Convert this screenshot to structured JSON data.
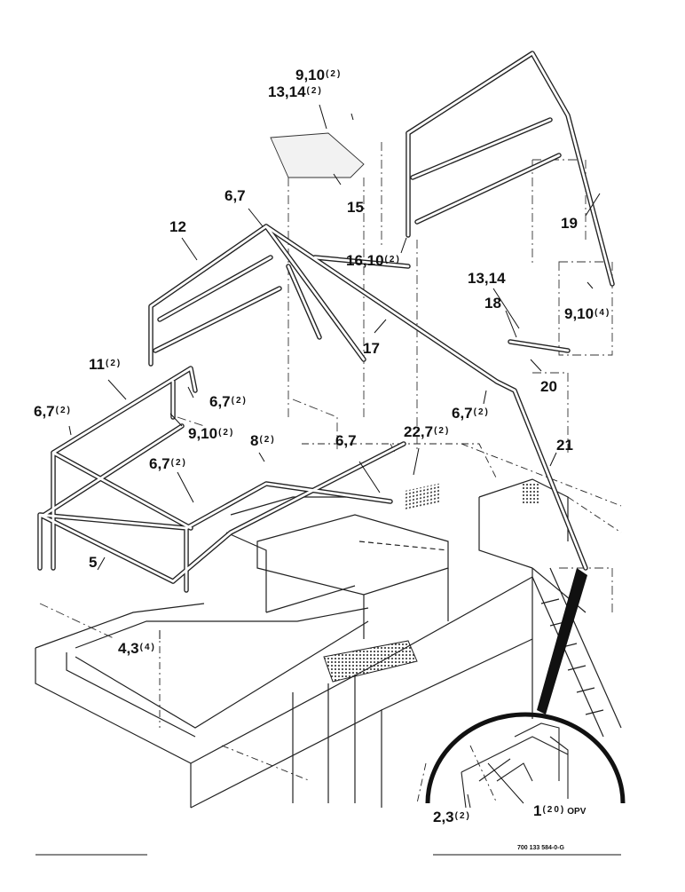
{
  "diagram": {
    "part_number": "700 133 584-0-G",
    "callouts": [
      {
        "id": "c1",
        "label": "9,10",
        "qty": "(2)",
        "sfx": ""
      },
      {
        "id": "c2",
        "label": "13,14",
        "qty": "(2)",
        "sfx": ""
      },
      {
        "id": "c3",
        "label": "15",
        "qty": "",
        "sfx": ""
      },
      {
        "id": "c4",
        "label": "6,7",
        "qty": "",
        "sfx": ""
      },
      {
        "id": "c5",
        "label": "12",
        "qty": "",
        "sfx": ""
      },
      {
        "id": "c6",
        "label": "16,10",
        "qty": "(2)",
        "sfx": ""
      },
      {
        "id": "c7",
        "label": "19",
        "qty": "",
        "sfx": ""
      },
      {
        "id": "c8",
        "label": "13,14",
        "qty": "",
        "sfx": ""
      },
      {
        "id": "c9",
        "label": "18",
        "qty": "",
        "sfx": ""
      },
      {
        "id": "c10",
        "label": "9,10",
        "qty": "(4)",
        "sfx": ""
      },
      {
        "id": "c11",
        "label": "17",
        "qty": "",
        "sfx": ""
      },
      {
        "id": "c12",
        "label": "11",
        "qty": "(2)",
        "sfx": ""
      },
      {
        "id": "c13",
        "label": "6,7",
        "qty": "(2)",
        "sfx": ""
      },
      {
        "id": "c14",
        "label": "20",
        "qty": "",
        "sfx": ""
      },
      {
        "id": "c15",
        "label": "6,7",
        "qty": "(2)",
        "sfx": ""
      },
      {
        "id": "c16",
        "label": "9,10",
        "qty": "(2)",
        "sfx": ""
      },
      {
        "id": "c17",
        "label": "6,7",
        "qty": "(2)",
        "sfx": ""
      },
      {
        "id": "c18",
        "label": "8",
        "qty": "(2)",
        "sfx": ""
      },
      {
        "id": "c19",
        "label": "6,7",
        "qty": "",
        "sfx": ""
      },
      {
        "id": "c20",
        "label": "22,7",
        "qty": "(2)",
        "sfx": ""
      },
      {
        "id": "c21",
        "label": "21",
        "qty": "",
        "sfx": ""
      },
      {
        "id": "c22",
        "label": "6,7",
        "qty": "(2)",
        "sfx": ""
      },
      {
        "id": "c23",
        "label": "5",
        "qty": "",
        "sfx": ""
      },
      {
        "id": "c24",
        "label": "4,3",
        "qty": "(4)",
        "sfx": ""
      },
      {
        "id": "c25",
        "label": "1",
        "qty": "(20)",
        "sfx": "OPV"
      },
      {
        "id": "c26",
        "label": "2,3",
        "qty": "(2)",
        "sfx": ""
      }
    ]
  }
}
